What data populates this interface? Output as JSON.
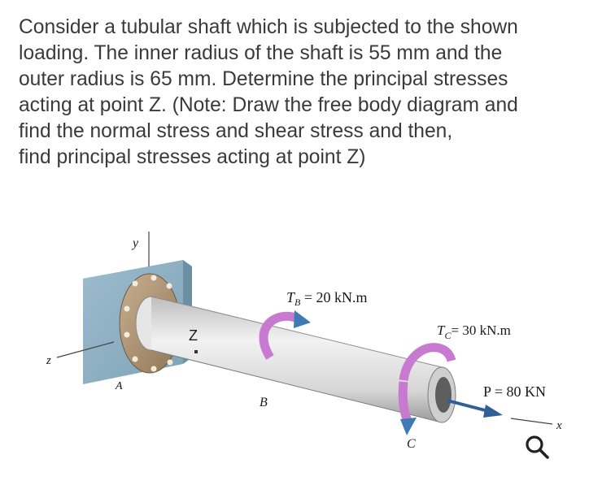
{
  "problem": {
    "lines": [
      "Consider a tubular shaft which is subjected to the shown",
      "loading. The inner radius of the shaft is 55 mm and the",
      "outer radius is 65 mm. Determine the principal stresses",
      "acting at point Z. (Note: Draw the free body diagram and",
      "find the normal stress and shear stress and then,",
      "find principal stresses acting at point Z)"
    ]
  },
  "figure": {
    "axis_y": "y",
    "axis_z": "z",
    "axis_x": "x",
    "point_a": "A",
    "point_b": "B",
    "point_c": "C",
    "point_z": "Z",
    "torque_b": {
      "symbol": "T",
      "sub": "B",
      "value": " = 20 kN.m"
    },
    "torque_c": {
      "symbol": "T",
      "sub": "C",
      "value": "= 30 kN.m"
    },
    "load_p": "P = 80 KN"
  },
  "colors": {
    "text": "#3a3a3a",
    "wall": "#8fb2c4",
    "shaft": "#d9d9d9",
    "torque_arrow": "#c77ad0"
  },
  "icons": {
    "search": "magnifier-icon"
  }
}
